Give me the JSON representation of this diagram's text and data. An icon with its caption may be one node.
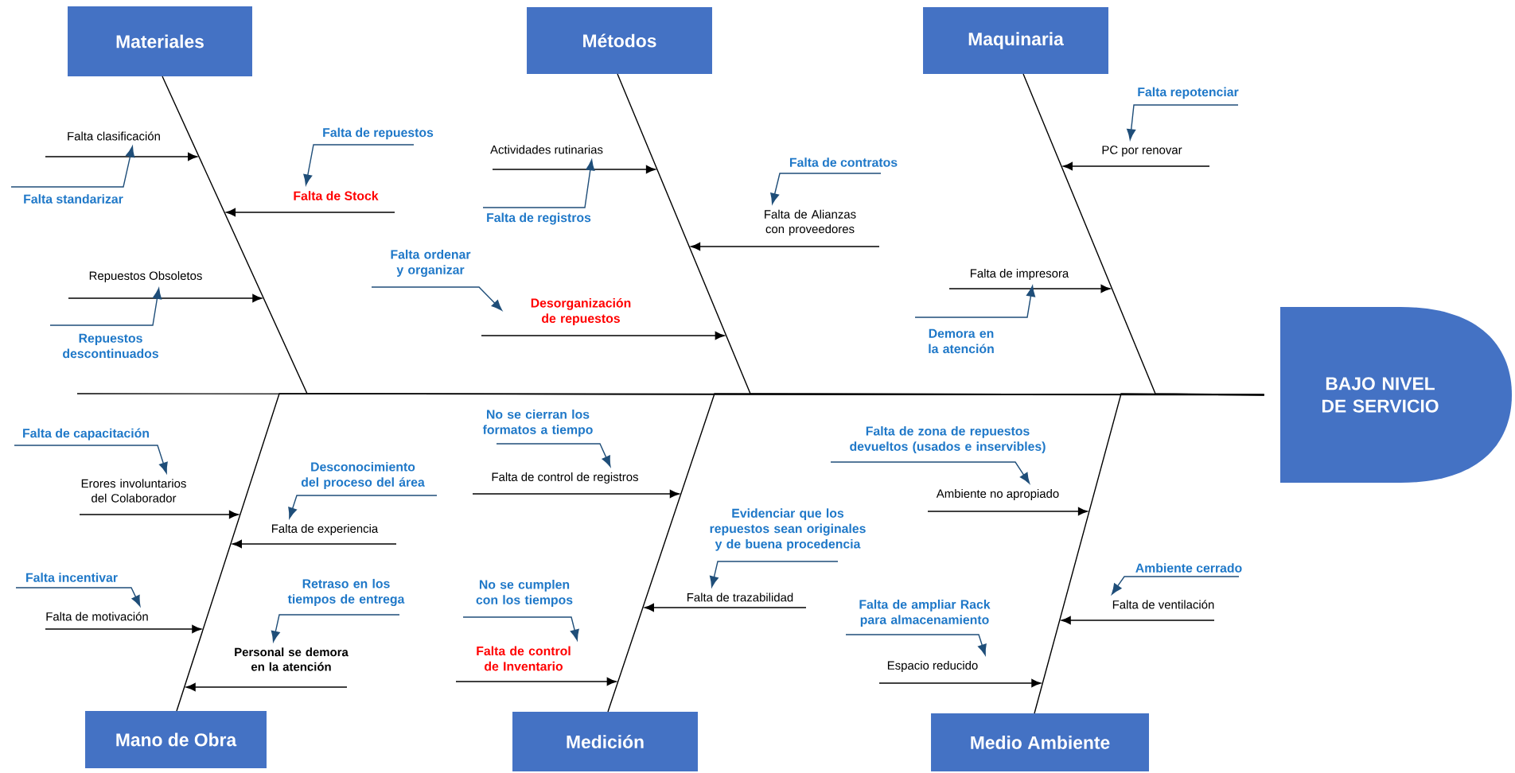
{
  "diagram": {
    "nodes": [
      {
        "text": [
          "Materiales"
        ]
      },
      {
        "text": [
          "Falta clasificación"
        ]
      },
      {
        "text": [
          "Falta standarizar"
        ]
      },
      {
        "text": [
          "Falta de repuestos"
        ]
      },
      {
        "text": [
          "Falta de Stock"
        ]
      },
      {
        "text": [
          "Repuestos Obsoletos"
        ]
      },
      {
        "text": [
          "Repuestos descontinuados"
        ]
      },
      {
        "text": [
          "Métodos"
        ]
      },
      {
        "text": [
          "Actividades rutinarias"
        ]
      },
      {
        "text": [
          "Falta de registros"
        ]
      },
      {
        "text": [
          "Falta ordenar y organizar"
        ]
      },
      {
        "text": [
          "Desorganización de repuestos"
        ]
      },
      {
        "text": [
          "Falta de contratos"
        ]
      },
      {
        "text": [
          "Falta de Alianzas con proveedores"
        ]
      },
      {
        "text": [
          "Maquinaria"
        ]
      },
      {
        "text": [
          "Falta repotenciar"
        ]
      },
      {
        "text": [
          "PC por renovar"
        ]
      },
      {
        "text": [
          "Falta de impresora"
        ]
      },
      {
        "text": [
          "Demora en la atención"
        ]
      },
      {
        "text": [
          "BAJO NIVEL DE SERVICIO"
        ]
      },
      {
        "text": [
          "Mano de Obra"
        ]
      },
      {
        "text": [
          "Falta de capacitación"
        ]
      },
      {
        "text": [
          "Erores involuntarios del Colaborador"
        ]
      },
      {
        "text": [
          "Desconocimiento del proceso del área"
        ]
      },
      {
        "text": [
          "Falta de experiencia"
        ]
      },
      {
        "text": [
          "Falta incentivar"
        ]
      },
      {
        "text": [
          "Falta de motivación"
        ]
      },
      {
        "text": [
          "Retraso en los tiempos de entrega"
        ]
      },
      {
        "text": [
          "Personal se demora en la atención"
        ]
      },
      {
        "text": [
          "Medición"
        ]
      },
      {
        "text": [
          "No se cierran los formatos a tiempo"
        ]
      },
      {
        "text": [
          "Falta de control de registros"
        ]
      },
      {
        "text": [
          "Evidenciar que los repuestos sean originales y de buena procedencia"
        ]
      },
      {
        "text": [
          "Falta de trazabilidad"
        ]
      },
      {
        "text": [
          "No se cumplen con los tiempos"
        ]
      },
      {
        "text": [
          "Falta de control de Inventario"
        ]
      },
      {
        "text": [
          "Medio Ambiente"
        ]
      },
      {
        "text": [
          "Falta de zona de repuestos devueltos (usados e inservibles)"
        ]
      },
      {
        "text": [
          "Ambiente no apropiado"
        ]
      },
      {
        "text": [
          "Ambiente cerrado"
        ]
      },
      {
        "text": [
          "Falta de ventilación"
        ]
      },
      {
        "text": [
          "Falta de ampliar Rack para almacenamiento"
        ]
      },
      {
        "text": [
          "Espacio reducido"
        ]
      }
    ],
    "edges": [
      {
        "from": null,
        "to": 19,
        "arrow": "none"
      },
      {
        "from": 0,
        "to": 19,
        "arrow": "none"
      },
      {
        "from": 7,
        "to": 19,
        "arrow": "none"
      },
      {
        "from": 14,
        "to": 19,
        "arrow": "none"
      },
      {
        "from": 20,
        "to": 19,
        "arrow": "none"
      },
      {
        "from": 29,
        "to": 19,
        "arrow": "none"
      },
      {
        "from": 36,
        "to": 19,
        "arrow": "none"
      },
      {
        "from": 1,
        "to": null,
        "arrow": "to"
      },
      {
        "from": 4,
        "to": null,
        "arrow": "to"
      },
      {
        "from": 5,
        "to": null,
        "arrow": "to"
      },
      {
        "from": 8,
        "to": null,
        "arrow": "to"
      },
      {
        "from": 11,
        "to": null,
        "arrow": "to"
      },
      {
        "from": 13,
        "to": null,
        "arrow": "to"
      },
      {
        "from": 16,
        "to": null,
        "arrow": "to"
      },
      {
        "from": 17,
        "to": null,
        "arrow": "to"
      },
      {
        "from": 22,
        "to": null,
        "arrow": "to"
      },
      {
        "from": 24,
        "to": null,
        "arrow": "to"
      },
      {
        "from": 26,
        "to": null,
        "arrow": "to"
      },
      {
        "from": 28,
        "to": null,
        "arrow": "to"
      },
      {
        "from": 31,
        "to": null,
        "arrow": "to"
      },
      {
        "from": 33,
        "to": null,
        "arrow": "to"
      },
      {
        "from": 35,
        "to": null,
        "arrow": "to"
      },
      {
        "from": 38,
        "to": null,
        "arrow": "to"
      },
      {
        "from": 40,
        "to": null,
        "arrow": "to"
      },
      {
        "from": 42,
        "to": null,
        "arrow": "to"
      },
      {
        "from": 2,
        "to": 1,
        "arrow": "to",
        "color": "#1f4e79"
      },
      {
        "from": 3,
        "to": 4,
        "arrow": "to",
        "color": "#1f4e79"
      },
      {
        "from": 6,
        "to": 5,
        "arrow": "to",
        "color": "#1f4e79"
      },
      {
        "from": 9,
        "to": 8,
        "arrow": "to",
        "color": "#1f4e79"
      },
      {
        "from": 10,
        "to": 11,
        "arrow": "to",
        "color": "#1f4e79"
      },
      {
        "from": 12,
        "to": 13,
        "arrow": "to",
        "color": "#1f4e79"
      },
      {
        "from": 15,
        "to": 16,
        "arrow": "to",
        "color": "#1f4e79"
      },
      {
        "from": 18,
        "to": 17,
        "arrow": "to",
        "color": "#1f4e79"
      },
      {
        "from": 21,
        "to": 22,
        "arrow": "to",
        "color": "#1f4e79"
      },
      {
        "from": 23,
        "to": 24,
        "arrow": "to",
        "color": "#1f4e79"
      },
      {
        "from": 25,
        "to": 26,
        "arrow": "to",
        "color": "#1f4e79"
      },
      {
        "from": 27,
        "to": 28,
        "arrow": "to",
        "color": "#1f4e79"
      },
      {
        "from": 30,
        "to": 31,
        "arrow": "to",
        "color": "#1f4e79"
      },
      {
        "from": 32,
        "to": 33,
        "arrow": "to",
        "color": "#1f4e79"
      },
      {
        "from": 34,
        "to": 35,
        "arrow": "to",
        "color": "#1f4e79"
      },
      {
        "from": 37,
        "to": 38,
        "arrow": "to",
        "color": "#1f4e79"
      },
      {
        "from": 39,
        "to": 40,
        "arrow": "to",
        "color": "#1f4e79"
      },
      {
        "from": 41,
        "to": 42,
        "arrow": "to",
        "color": "#1f4e79"
      }
    ]
  }
}
